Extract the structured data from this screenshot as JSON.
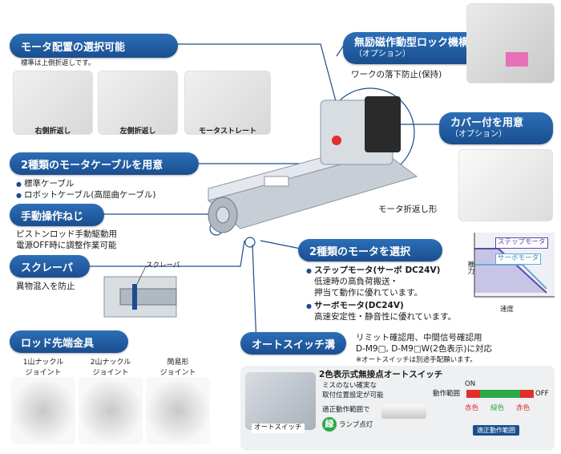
{
  "features": {
    "motor_layout": {
      "title": "モータ配置の選択可能",
      "note": "標準は上側折返しです。",
      "options": [
        "右側折返し",
        "左側折返し",
        "モータストレート"
      ]
    },
    "lock": {
      "title": "無励磁作動型ロック機構",
      "option": "（オプション）",
      "desc": "ワークの落下防止(保持)"
    },
    "cover": {
      "title": "カバー付を用意",
      "option": "（オプション）"
    },
    "motor_folded_label": "モータ折返し形",
    "motor_cable": {
      "title": "2種類のモータケーブルを用意",
      "items": [
        "標準ケーブル",
        "ロボットケーブル(高屈曲ケーブル)"
      ]
    },
    "manual_screw": {
      "title": "手動操作ねじ",
      "lines": [
        "ピストンロッド手動駆動用",
        "電源OFF時に調整作業可能"
      ]
    },
    "scraper": {
      "title": "スクレーパ",
      "label": "スクレーパ",
      "desc": "異物混入を防止"
    },
    "motor_select": {
      "title": "2種類のモータを選択",
      "step_head": "ステップモータ(サーボ DC24V)",
      "step_lines": [
        "低速時の高負荷搬送・",
        "押当て動作に優れています。"
      ],
      "servo_head": "サーボモータ(DC24V)",
      "servo_line": "高速安定性・静音性に優れています。"
    },
    "graph": {
      "series_step": "ステップモータ",
      "series_servo": "サーボモータ",
      "ylabel": "推力",
      "xlabel": "速度"
    },
    "rod_end": {
      "title": "ロッド先端金具",
      "options": [
        "1山ナックル\nジョイント",
        "2山ナックル\nジョイント",
        "簡易形\nジョイント"
      ]
    },
    "auto_switch": {
      "title": "オートスイッチ溝",
      "line1": "リミット確認用、中間信号確認用",
      "line2": "D-M9□, D-M9□W(2色表示)に対応",
      "note": "※オートスイッチは別途手配願います。",
      "inset_title": "2色表示式無接点オートスイッチ",
      "inset_lines": [
        "ミスのない確実な",
        "取付位置設定が可能"
      ],
      "inset_range": "適正動作範囲で",
      "lamp_char": "緑",
      "lamp_text": "ランプ点灯",
      "switch_label": "オートスイッチ",
      "range_label": "動作範囲",
      "on": "ON",
      "off": "OFF",
      "red": "赤色",
      "green": "緑色",
      "proper": "適正動作範囲"
    }
  },
  "colors": {
    "accent": "#1a4e8f",
    "red": "#e0302a",
    "green": "#2aa84a",
    "step_line": "#5a4aa8",
    "servo_line": "#6aa8d8"
  }
}
